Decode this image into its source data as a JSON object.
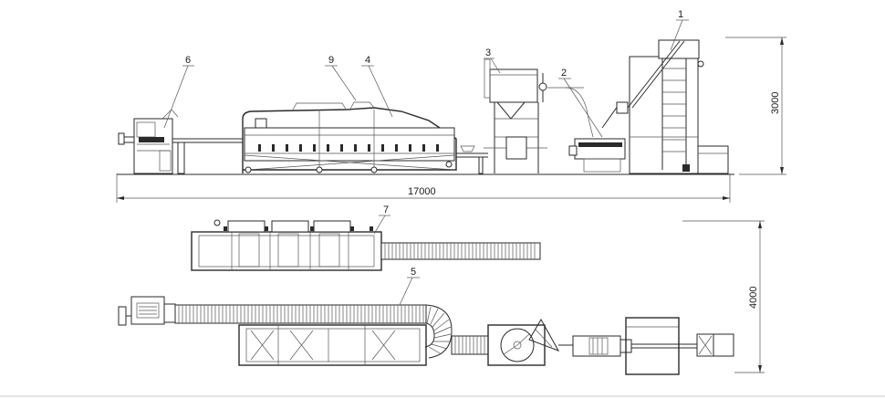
{
  "callouts": {
    "c1": "1",
    "c2": "2",
    "c3": "3",
    "c4": "4",
    "c5": "5",
    "c6": "6",
    "c7": "7",
    "c9": "9"
  },
  "dimensions": {
    "length": "17000",
    "height": "3000",
    "width": "4000"
  }
}
